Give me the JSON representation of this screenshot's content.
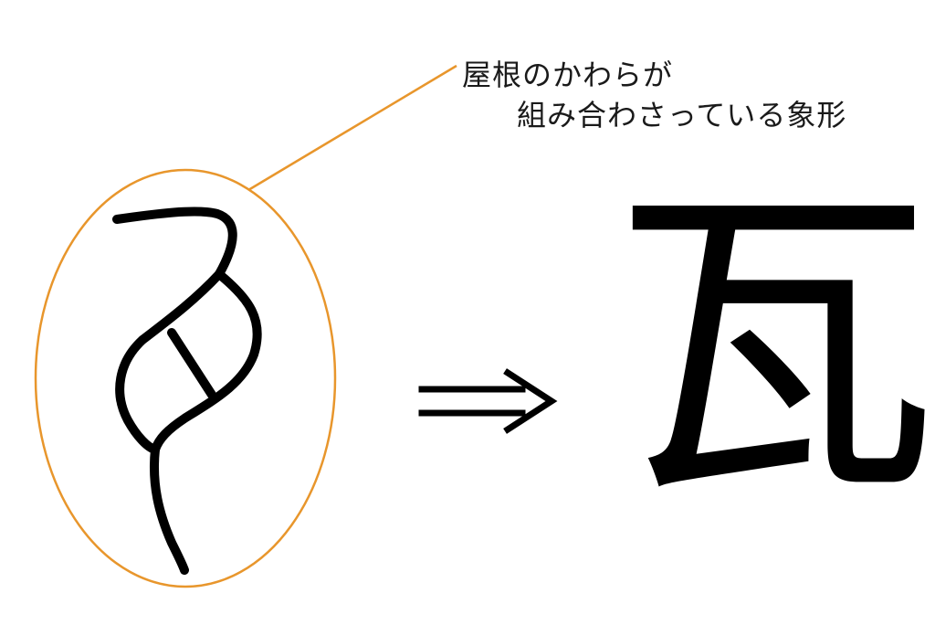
{
  "annotation": {
    "line1": "屋根のかわらが",
    "line2": "組み合わさっている象形"
  },
  "modern_kanji": "瓦",
  "arrow_symbol": "⇒",
  "colors": {
    "highlight_ellipse": "#e8962c",
    "leader_line": "#e8962c",
    "strokes": "#000000",
    "text": "#1a1a1a",
    "background": "#ffffff"
  },
  "icons": {
    "arrow": "double-right-arrow-icon"
  }
}
